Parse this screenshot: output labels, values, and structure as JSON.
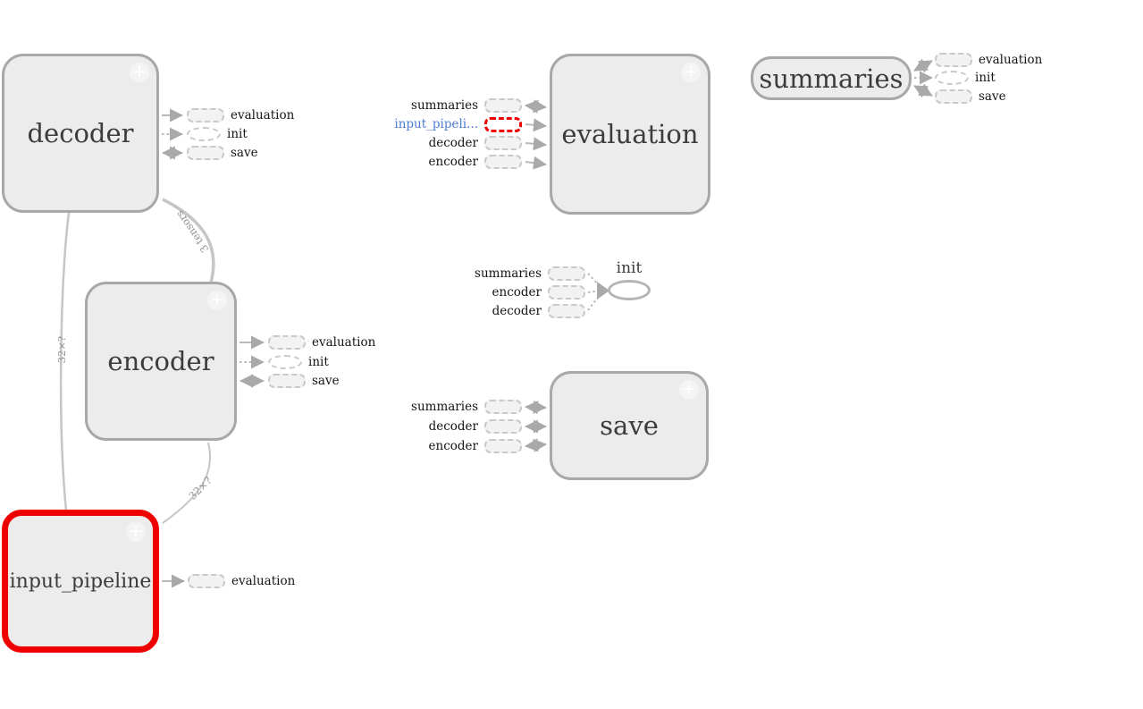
{
  "colors": {
    "node_fill": "#ececec",
    "node_border": "#a8a8a8",
    "selected_border": "#ee0000",
    "highlight_red": "#ee0000",
    "edge_gray": "#c6c6c6",
    "arrow_gray": "#a9a9a9",
    "linked_label_blue": "#4b7bd5",
    "edge_label_gray": "#909090"
  },
  "icons": {
    "expand_glyph": "+"
  },
  "nodes": {
    "decoder": {
      "label": "decoder"
    },
    "encoder": {
      "label": "encoder"
    },
    "input_pipeline": {
      "label": "input_pipeline",
      "selected": "true"
    },
    "evaluation": {
      "label": "evaluation"
    },
    "save": {
      "label": "save"
    },
    "summaries": {
      "label": "summaries"
    },
    "init": {
      "label": "init"
    }
  },
  "ports": {
    "decoder": [
      {
        "label": "evaluation"
      },
      {
        "label": "init"
      },
      {
        "label": "save"
      }
    ],
    "encoder": [
      {
        "label": "evaluation"
      },
      {
        "label": "init"
      },
      {
        "label": "save"
      }
    ],
    "input_pipeline": [
      {
        "label": "evaluation"
      }
    ],
    "evaluation": [
      {
        "label": "summaries"
      },
      {
        "label": "input_pipeli..."
      },
      {
        "label": "decoder"
      },
      {
        "label": "encoder"
      }
    ],
    "init": [
      {
        "label": "summaries"
      },
      {
        "label": "encoder"
      },
      {
        "label": "decoder"
      }
    ],
    "save": [
      {
        "label": "summaries"
      },
      {
        "label": "decoder"
      },
      {
        "label": "encoder"
      }
    ],
    "summaries": [
      {
        "label": "evaluation"
      },
      {
        "label": "init"
      },
      {
        "label": "save"
      }
    ]
  },
  "edge_labels": {
    "decoder_encoder": "3 tensors",
    "decoder_input_pipeline": "32×?",
    "encoder_input_pipeline": "32×?"
  }
}
